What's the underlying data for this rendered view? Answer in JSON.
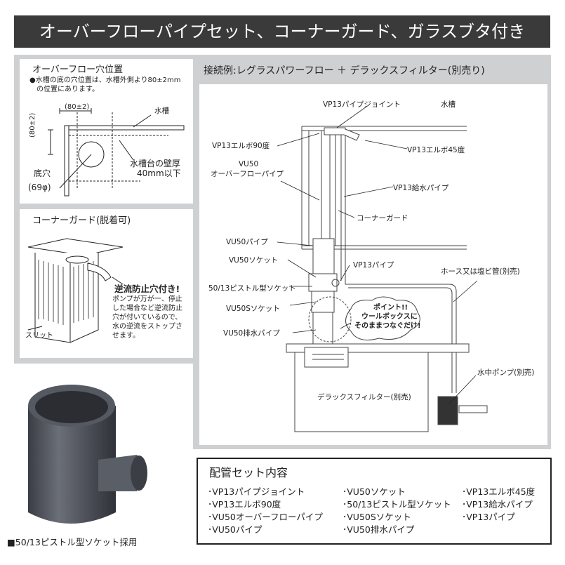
{
  "header": {
    "title": "オーバーフローパイプセット、コーナーガード、ガラスブタ付き"
  },
  "overflow_hole": {
    "title": "オーバーフロー穴位置",
    "note_line1": "●水槽の底の穴位置は、水槽外側より80±2mm",
    "note_line2": "の位置にあります。",
    "dim_h": "(80±2)",
    "dim_v": "(80±2)",
    "tank": "水槽",
    "bottom_hole": "底穴",
    "hole_size": "(69φ)",
    "wall_line1": "水槽台の壁厚",
    "wall_line2": "40mm以下"
  },
  "corner_guard": {
    "title": "コーナーガード(脱着可)",
    "feature": "逆流防止穴付き!",
    "desc_line1": "ポンプが万が一、停止",
    "desc_line2": "した場合など逆流防止",
    "desc_line3": "穴が付いているので、",
    "desc_line4": "水の逆流をストップさ",
    "desc_line5": "せます。",
    "slit": "スリット"
  },
  "connection": {
    "title": "接続例:レグラスパワーフロー ＋ デラックスフィルター(別売り)",
    "labels": {
      "vp13_pipe_joint": "VP13パイプジョイント",
      "tank": "水槽",
      "vp13_elbow90": "VP13エルボ90度",
      "vp13_elbow45": "VP13エルボ45度",
      "vu50_overflow_1": "VU50",
      "vu50_overflow_2": "オーバーフローパイプ",
      "vp13_supply": "VP13給水パイプ",
      "corner_guard": "コーナーガード",
      "vu50_pipe": "VU50パイプ",
      "vu50_socket": "VU50ソケット",
      "vp13_pipe": "VP13パイプ",
      "piston_socket": "50/13ピストル型ソケット",
      "hose": "ホース又は塩ビ管(別売)",
      "vu50s_socket": "VU50Sソケット",
      "vu50_drain": "VU50排水パイプ",
      "point_1": "ポイント!!",
      "point_2": "ウールボックスに",
      "point_3": "そのままつなぐだけ!",
      "pump": "水中ポンプ(別売)",
      "filter": "デラックスフィルター(別売)"
    }
  },
  "parts": {
    "title": "配管セット内容",
    "items": [
      "･VP13パイプジョイント",
      "･VU50ソケット",
      "･VP13エルボ45度",
      "･VP13エルボ90度",
      "･50/13ピストル型ソケット",
      "･VP13給水パイプ",
      "･VU50オーバーフローパイプ",
      "･VU50Sソケット",
      "･VP13パイプ",
      "･VU50パイプ",
      "･VU50排水パイプ"
    ]
  },
  "photo_caption": "■50/13ピストル型ソケット採用"
}
